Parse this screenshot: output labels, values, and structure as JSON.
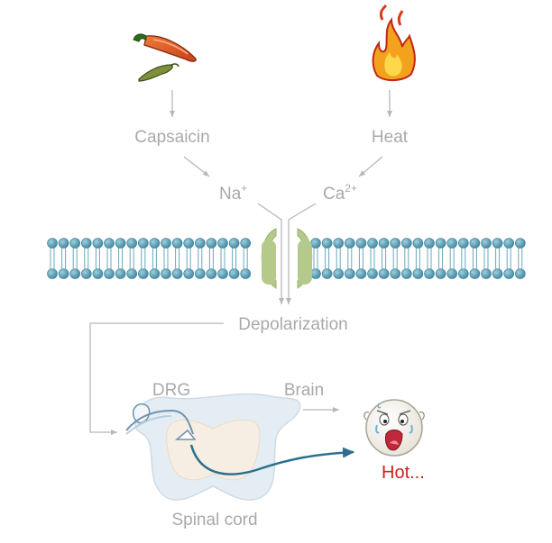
{
  "labels": {
    "capsaicin": "Capsaicin",
    "heat": "Heat",
    "na_base": "Na",
    "na_sup": "+",
    "ca_base": "Ca",
    "ca_sup": "2+",
    "depolarization": "Depolarization",
    "drg": "DRG",
    "brain": "Brain",
    "spinal_cord": "Spinal cord",
    "hot": "Hot..."
  },
  "icons": {
    "stimulus_left": "chili-pepper-icon",
    "stimulus_right": "flame-icon",
    "channel": "trpv1-channel-icon",
    "face": "sweating-face-icon"
  },
  "colors": {
    "label_gray": "#a9a9a9",
    "hot_text": "#d21f1f",
    "membrane_head": "#4f98ae",
    "channel": "#b5c98a",
    "nerve": "#2c6f8c",
    "spinal_cord": "#e4edf4",
    "gray_matter": "#f6ede3"
  }
}
